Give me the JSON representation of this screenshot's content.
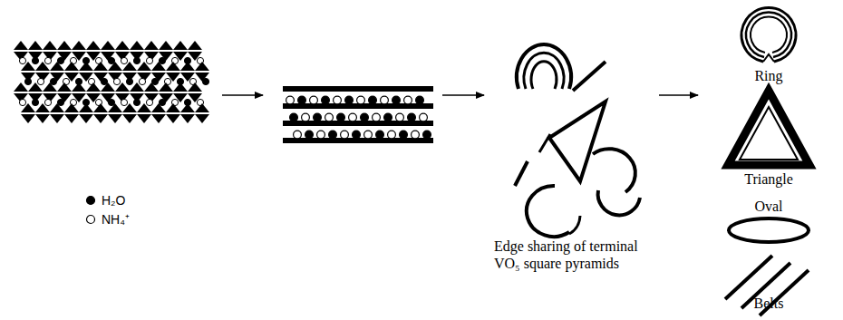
{
  "diagram": {
    "labels": [
      "Edge sharing of terminal VO₅ square pyramids",
      "Ring",
      "Triangle",
      "Oval",
      "Belts"
    ],
    "legend": [
      {
        "text": "H₂O"
      },
      {
        "text": "NH₄⁺"
      }
    ]
  }
}
